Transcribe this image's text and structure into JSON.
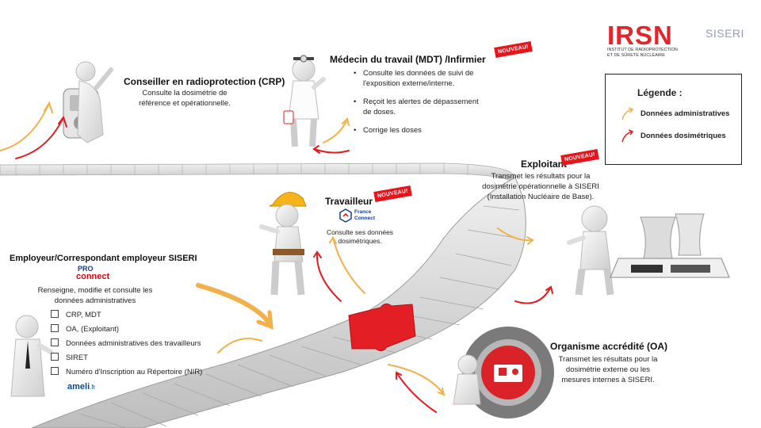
{
  "brand": {
    "logo_main": "IRSN",
    "logo_sub": "SISERI",
    "tagline_line1": "INSTITUT DE RADIOPROTECTION",
    "tagline_line2": "ET DE SÛRETÉ NUCLÉAIRE"
  },
  "legend": {
    "title": "Légende :",
    "admin_label": "Données administratives",
    "dosi_label": "Données dosimétriques",
    "admin_color": "#f2b04a",
    "dosi_color": "#e51b23"
  },
  "badge_text": "NOUVEAU!",
  "crp": {
    "title": "Conseiller en radioprotection (CRP)",
    "line1": "Consulte la dosimétrie de",
    "line2": "référence et opérationnelle."
  },
  "mdt": {
    "title": "Médecin du travail (MDT) /Infirmier",
    "bullets": [
      {
        "l1": "Consulte les données de suivi de",
        "l2": "l'exposition externe/interne."
      },
      {
        "l1": "Reçoit les alertes de dépassement",
        "l2": "de doses."
      },
      {
        "l1": "Corrige les doses",
        "l2": ""
      }
    ]
  },
  "exploitant": {
    "title": "Exploitant",
    "line1": "Transmet les résultats pour la",
    "line2": "dosimétrie opérationnelle à SISERI",
    "line3": "(Installation Nucléaire de Base)."
  },
  "travailleur": {
    "title": "Travailleur",
    "fc_line1": "France",
    "fc_line2": "Connect",
    "line1": "Consulte ses données",
    "line2": "dosimétriques."
  },
  "employeur": {
    "title": "Employeur/Correspondant employeur SISERI",
    "pro": "PRO",
    "connect": "connect",
    "line1": "Renseigne, modifie et consulte les",
    "line2": "données administratives",
    "items": [
      "CRP, MDT",
      "OA, (Exploitant)",
      "Données administratives des travailleurs",
      "SIRET",
      "Numéro d'Inscription au Répertoire (NIR)"
    ],
    "ameli": "ameli",
    "ameli_suffix": ".fr"
  },
  "oa": {
    "title": "Organisme accrédité (OA)",
    "line1": "Transmet les résultats pour la",
    "line2": "dosimétrie externe ou les",
    "line3": "mesures internes à SISERI."
  }
}
